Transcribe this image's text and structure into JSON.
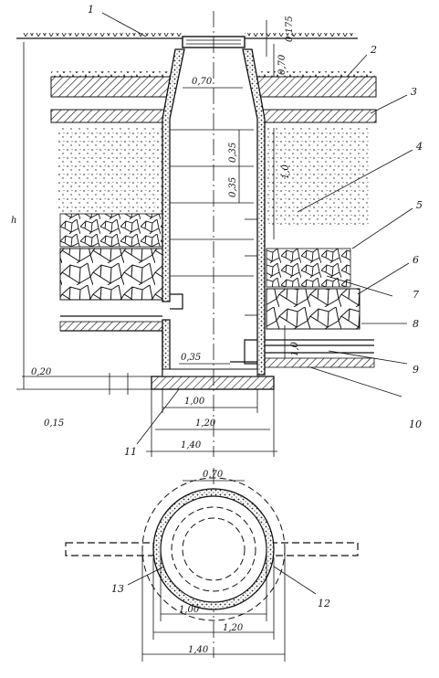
{
  "callouts": [
    "1",
    "2",
    "3",
    "4",
    "5",
    "6",
    "7",
    "8",
    "9",
    "10",
    "11",
    "12",
    "13"
  ],
  "dimensions": {
    "top_opening": "0,70",
    "top_thickness": "0,175",
    "neck_height": "0,70",
    "rung_spacing_a": "0,35",
    "rung_spacing_b": "0,35",
    "shaft_depth": "1,0",
    "tray_offset": "1,0",
    "height_symbol": "h",
    "base_step": "0,35",
    "base_depth": "0,20",
    "base_slab": "0,15",
    "inner_diameter": "1,00",
    "middle_diameter": "1,20",
    "outer_diameter": "1,40"
  },
  "plan_dimensions": {
    "opening": "0,70",
    "inner": "1,00",
    "middle": "1,20",
    "outer": "1,40"
  }
}
